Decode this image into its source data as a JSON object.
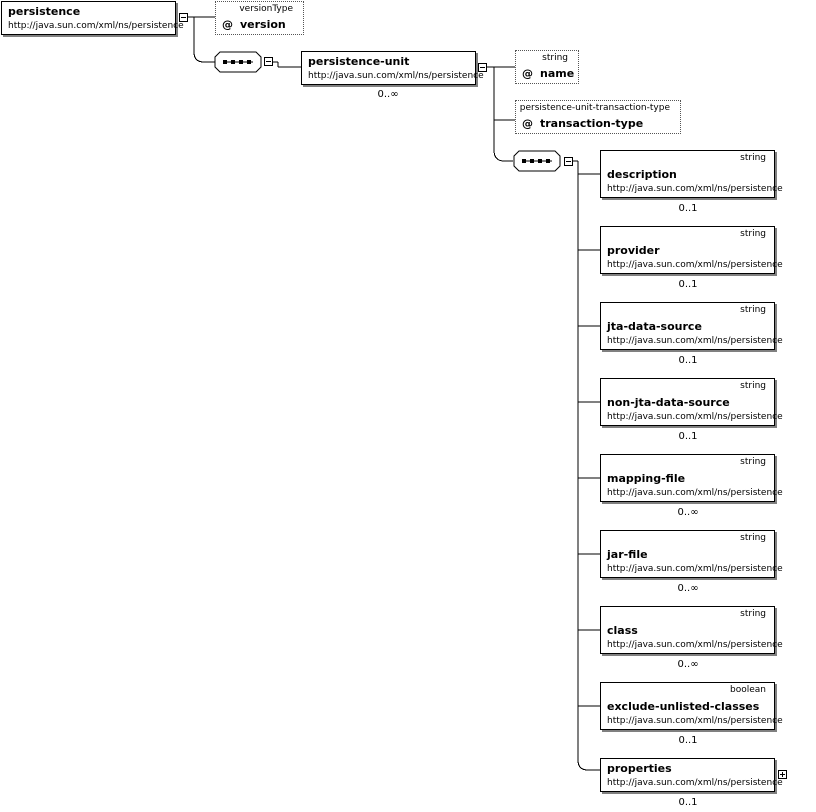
{
  "root": {
    "name": "persistence",
    "namespace": "http://java.sun.com/xml/ns/persistence",
    "attributes": [
      {
        "type": "versionType",
        "at": "@",
        "name": "version"
      }
    ]
  },
  "unit": {
    "name": "persistence-unit",
    "namespace": "http://java.sun.com/xml/ns/persistence",
    "cardinality": "0..∞",
    "attributes": [
      {
        "type": "string",
        "at": "@",
        "name": "name"
      },
      {
        "type": "persistence-unit-transaction-type",
        "at": "@",
        "name": "transaction-type"
      }
    ]
  },
  "children": [
    {
      "name": "description",
      "type": "string",
      "namespace": "http://java.sun.com/xml/ns/persistence",
      "cardinality": "0..1"
    },
    {
      "name": "provider",
      "type": "string",
      "namespace": "http://java.sun.com/xml/ns/persistence",
      "cardinality": "0..1"
    },
    {
      "name": "jta-data-source",
      "type": "string",
      "namespace": "http://java.sun.com/xml/ns/persistence",
      "cardinality": "0..1"
    },
    {
      "name": "non-jta-data-source",
      "type": "string",
      "namespace": "http://java.sun.com/xml/ns/persistence",
      "cardinality": "0..1"
    },
    {
      "name": "mapping-file",
      "type": "string",
      "namespace": "http://java.sun.com/xml/ns/persistence",
      "cardinality": "0..∞"
    },
    {
      "name": "jar-file",
      "type": "string",
      "namespace": "http://java.sun.com/xml/ns/persistence",
      "cardinality": "0..∞"
    },
    {
      "name": "class",
      "type": "string",
      "namespace": "http://java.sun.com/xml/ns/persistence",
      "cardinality": "0..∞"
    },
    {
      "name": "exclude-unlisted-classes",
      "type": "boolean",
      "namespace": "http://java.sun.com/xml/ns/persistence",
      "cardinality": "0..1"
    },
    {
      "name": "properties",
      "type": "",
      "namespace": "http://java.sun.com/xml/ns/persistence",
      "cardinality": "0..1"
    }
  ]
}
